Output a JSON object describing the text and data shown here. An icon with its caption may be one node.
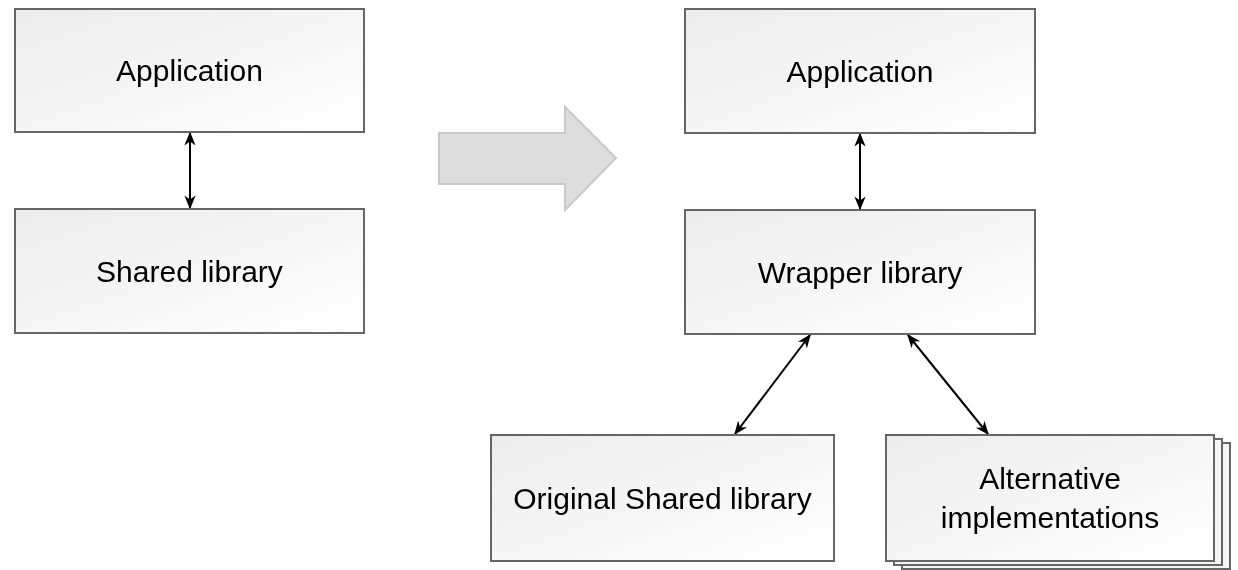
{
  "diagram": {
    "nodes": [
      {
        "text": [
          "Application"
        ]
      },
      {
        "text": [
          "Shared library"
        ]
      },
      {
        "text": [
          "Application"
        ]
      },
      {
        "text": [
          "Wrapper library"
        ]
      },
      {
        "text": [
          "Original Shared library"
        ]
      },
      {
        "text": [
          "Alternative implementations"
        ]
      }
    ],
    "edges": [
      {
        "from": 0,
        "to": 1,
        "arrow": "both"
      },
      {
        "from": 2,
        "to": 3,
        "arrow": "both"
      },
      {
        "from": 3,
        "to": 4,
        "arrow": "both"
      },
      {
        "from": 3,
        "to": 5,
        "arrow": "both"
      }
    ]
  }
}
